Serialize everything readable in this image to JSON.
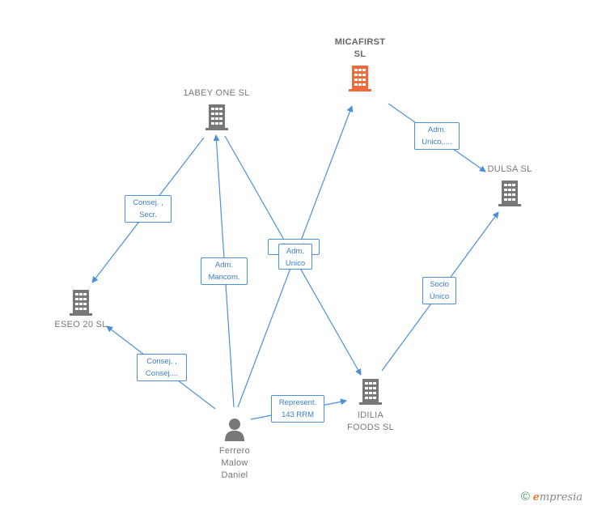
{
  "nodes": {
    "micafirst": {
      "label": "MICAFIRST\nSL",
      "icon": "building-icon",
      "color": "#f06a3c"
    },
    "abey": {
      "label": "1ABEY ONE  SL",
      "icon": "building-icon",
      "color": "#777777"
    },
    "dulsa": {
      "label": "DULSA  SL",
      "icon": "building-icon",
      "color": "#777777"
    },
    "eseo": {
      "label": "ESEO 20 SL",
      "icon": "building-icon",
      "color": "#777777"
    },
    "idilia": {
      "label": "IDILIA\nFOODS  SL",
      "icon": "building-icon",
      "color": "#777777"
    },
    "ferrero": {
      "label": "Ferrero\nMalow\nDaniel",
      "icon": "person-icon",
      "color": "#777777"
    }
  },
  "relations": {
    "micafirst_dulsa": "Adm.\nUnico,....",
    "abey_eseo": "Consej. ,\nSecr.",
    "ferrero_abey": "Adm.\nMancom.",
    "abey_idilia": "Consej.",
    "ferrero_micafirst": "Adm.\nUnico",
    "idilia_dulsa": "Socio\nÚnico",
    "ferrero_eseo": "Consej. ,\nConsej....",
    "ferrero_idilia": "Represent.\n143 RRM"
  },
  "colors": {
    "edge": "#4a90d9",
    "label_border": "#4a90d9",
    "label_text": "#3a7fc8"
  },
  "brand": {
    "symbol": "©",
    "e": "e",
    "rest": "mpresia"
  }
}
